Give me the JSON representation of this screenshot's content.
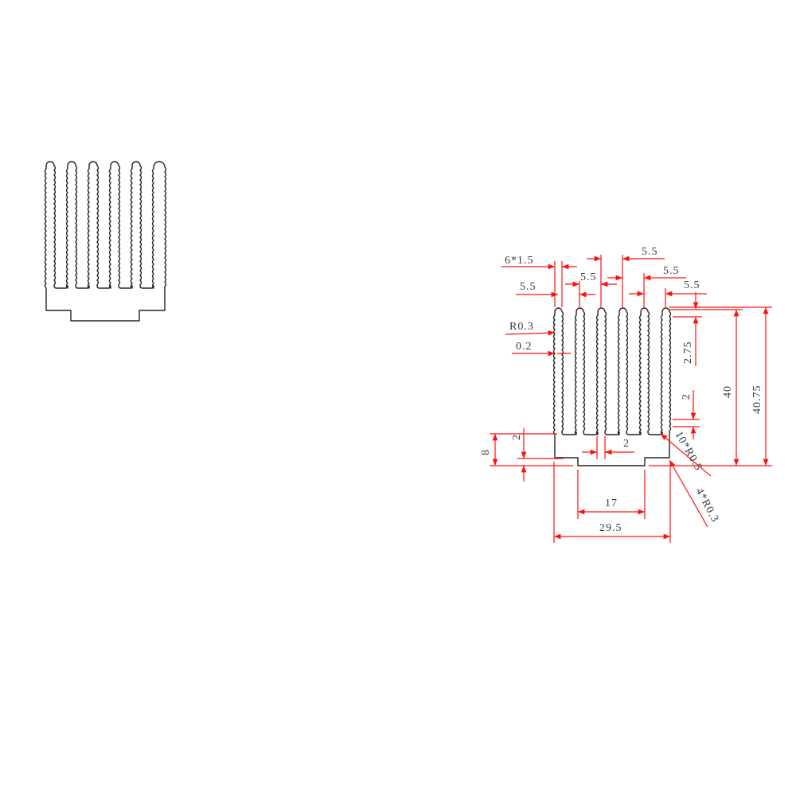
{
  "drawing": {
    "line_color": "#ff1010",
    "outline_color": "#222222",
    "fin_count": 6,
    "labels": {
      "fin_thickness": "6*1.5",
      "pitch_1": "5.5",
      "pitch_2": "5.5",
      "pitch_3": "5.5",
      "pitch_4": "5.5",
      "pitch_5": "5.5",
      "tip_radius": "R0.3",
      "serration_depth": "0.2",
      "serration_start": "2.75",
      "serration_end": "2",
      "fin_height": "40",
      "total_height": "40.75",
      "base_height": "8",
      "base_step": "2",
      "gap_width": "2",
      "root_radius": "10*R0.5",
      "corner_radius": "4*R0.3",
      "notch_width": "17",
      "total_width": "29.5"
    }
  }
}
